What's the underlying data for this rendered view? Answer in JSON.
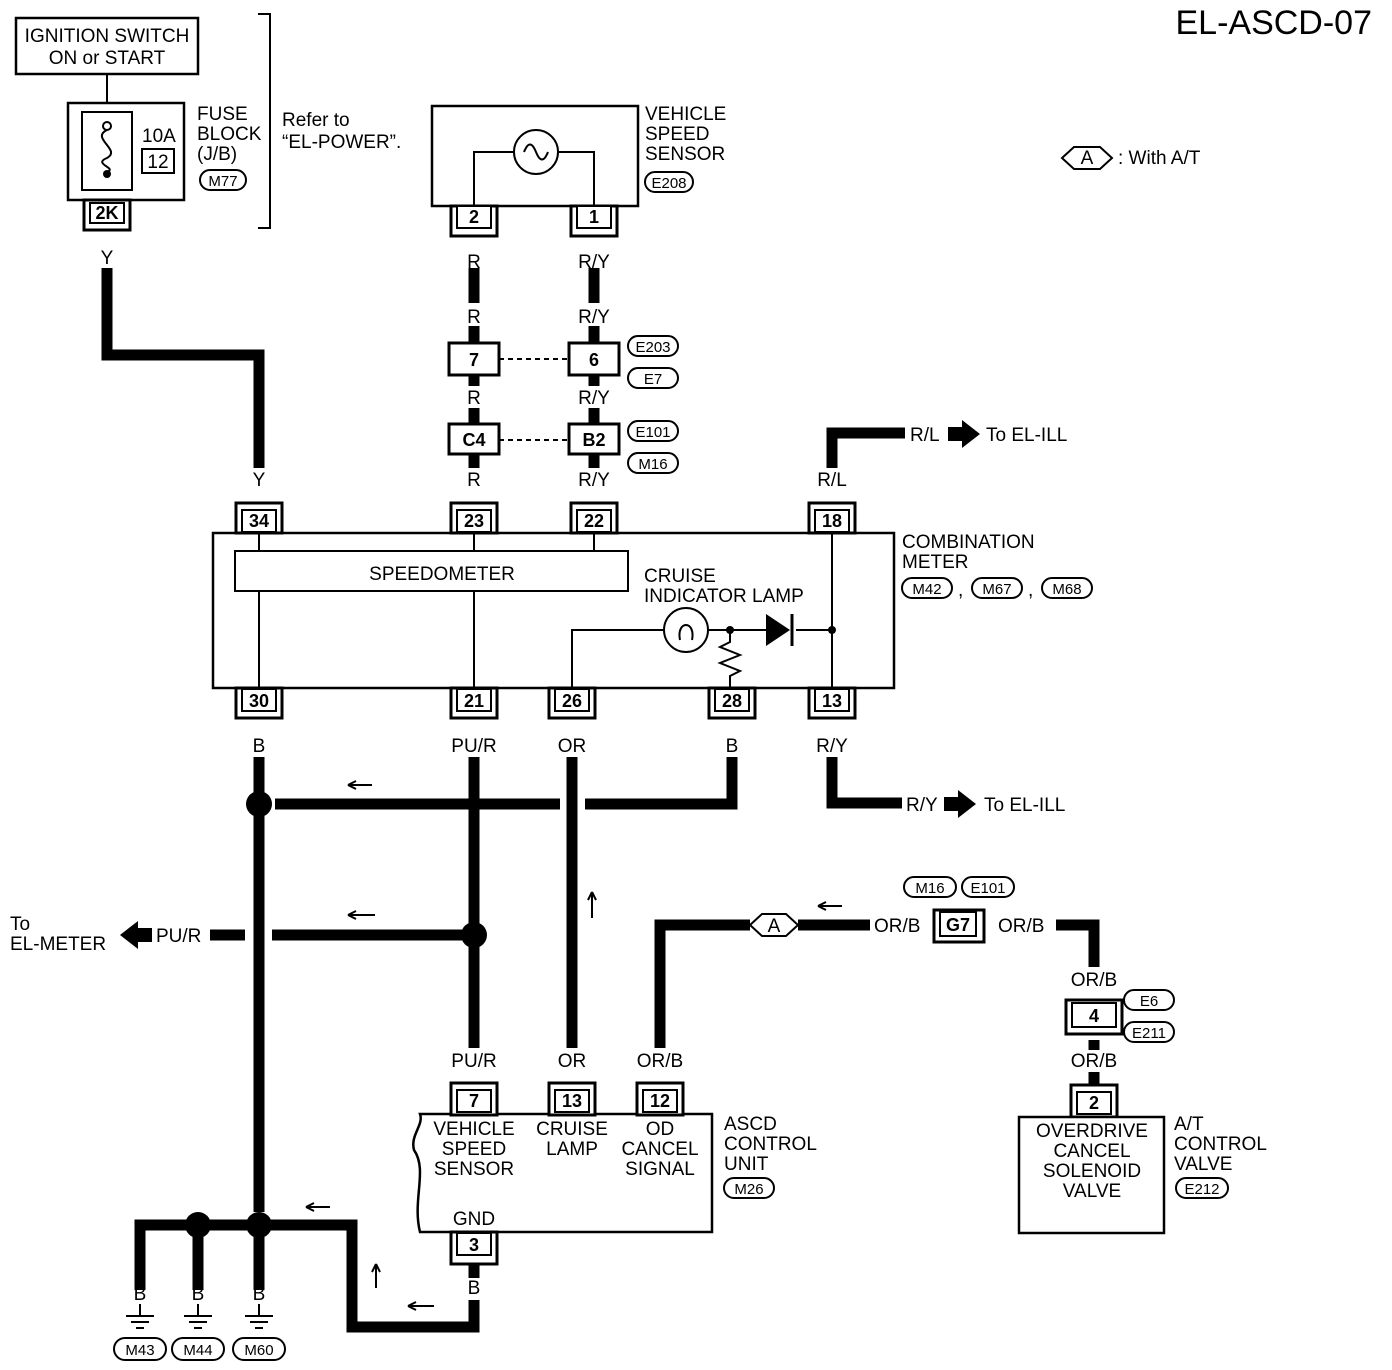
{
  "page_id": "EL-ASCD-07",
  "legend": {
    "symbol": "A",
    "text": ": With A/T"
  },
  "ignition": {
    "line1": "IGNITION SWITCH",
    "line2": "ON or START"
  },
  "fuse_block": {
    "lines": [
      "FUSE",
      "BLOCK",
      "(J/B)"
    ],
    "rating": "10A",
    "fuse_no": "12",
    "connector": "M77",
    "pin": "2K",
    "wire": "Y"
  },
  "refer_note": {
    "line1": "Refer to",
    "line2": "“EL-POWER”."
  },
  "vss_sensor": {
    "lines": [
      "VEHICLE",
      "SPEED",
      "SENSOR"
    ],
    "connector": "E208",
    "pins": [
      "2",
      "1"
    ],
    "wire_left": "R",
    "wire_right": "R/Y"
  },
  "joint_e203": {
    "pins": [
      "7",
      "6"
    ],
    "connectors": [
      "E203",
      "E7"
    ],
    "wire_left_above": "R",
    "wire_right_above": "R/Y",
    "wire_left_below": "R",
    "wire_right_below": "R/Y"
  },
  "joint_e101": {
    "pins": [
      "C4",
      "B2"
    ],
    "connectors": [
      "E101",
      "M16"
    ],
    "wire_left_below": "R",
    "wire_right_below": "R/Y"
  },
  "ill_top": {
    "wire": "R/L",
    "text": "To EL-ILL"
  },
  "ill_bottom": {
    "wire": "R/Y",
    "text": "To EL-ILL"
  },
  "meter": {
    "lines": [
      "COMBINATION",
      "METER"
    ],
    "connectors": [
      "M42",
      "M67",
      "M68"
    ],
    "sep": ",",
    "speedometer": "SPEEDOMETER",
    "lamp_lines": [
      "CRUISE",
      "INDICATOR LAMP"
    ],
    "top_pins": [
      "34",
      "23",
      "22",
      "18"
    ],
    "top_wires": [
      "Y",
      "R",
      "R/Y",
      "R/L"
    ],
    "bottom_pins": [
      "30",
      "21",
      "26",
      "28",
      "13"
    ],
    "bottom_wires": [
      "B",
      "PU/R",
      "OR",
      "B",
      "R/Y"
    ]
  },
  "el_meter": {
    "line1": "To",
    "line2": "EL-METER",
    "wire": "PU/R"
  },
  "at_path": {
    "symbol": "A",
    "wire": "OR/B",
    "pin": "G7",
    "connectors": [
      "M16",
      "E101"
    ],
    "wire_right": "OR/B",
    "wire_down": "OR/B",
    "pin2": "4",
    "connectors2": [
      "E6",
      "E211"
    ],
    "wire_down2": "OR/B"
  },
  "ascd": {
    "lines": [
      "ASCD",
      "CONTROL",
      "UNIT"
    ],
    "connector": "M26",
    "pins": [
      "7",
      "13",
      "12"
    ],
    "wires": [
      "PU/R",
      "OR",
      "OR/B"
    ],
    "vss_lines": [
      "VEHICLE",
      "SPEED",
      "SENSOR"
    ],
    "lamp_lines": [
      "CRUISE",
      "LAMP"
    ],
    "od_lines": [
      "OD",
      "CANCEL",
      "SIGNAL"
    ],
    "gnd_label": "GND",
    "gnd_pin": "3",
    "gnd_wire": "B"
  },
  "solenoid": {
    "lines": [
      "OVERDRIVE",
      "CANCEL",
      "SOLENOID",
      "VALVE"
    ],
    "pin": "2",
    "valve_lines": [
      "A/T",
      "CONTROL",
      "VALVE"
    ],
    "connector": "E212"
  },
  "grounds": [
    {
      "wire": "B",
      "connector": "M43"
    },
    {
      "wire": "B",
      "connector": "M44"
    },
    {
      "wire": "B",
      "connector": "M60"
    }
  ]
}
